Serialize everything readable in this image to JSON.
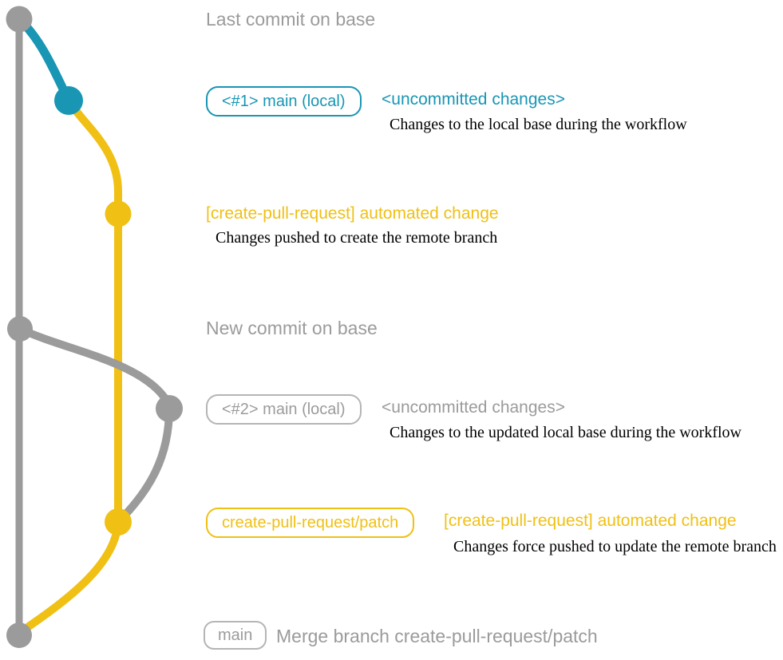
{
  "colors": {
    "gray": "#9b9b9b",
    "teal": "#1896b4",
    "yellow": "#f0c014",
    "text_dark": "#000000"
  },
  "graph": {
    "commits": [
      {
        "id": "base-last-commit",
        "branch": "base",
        "color": "gray"
      },
      {
        "id": "local-main-1",
        "branch": "main (local) #1",
        "color": "teal"
      },
      {
        "id": "automated-change-1",
        "branch": "create-pull-request/patch",
        "color": "yellow"
      },
      {
        "id": "base-new-commit",
        "branch": "base",
        "color": "gray"
      },
      {
        "id": "local-main-2",
        "branch": "main (local) #2",
        "color": "gray"
      },
      {
        "id": "automated-change-2",
        "branch": "create-pull-request/patch",
        "color": "yellow"
      },
      {
        "id": "merge-commit",
        "branch": "main",
        "color": "gray"
      }
    ]
  },
  "rows": {
    "last_commit": {
      "label": "Last commit on base"
    },
    "row1": {
      "branch_tag": "<#1> main (local)",
      "title": "<uncommitted changes>",
      "description": "Changes to the local base during the workflow"
    },
    "row2": {
      "title": "[create-pull-request] automated change",
      "description": "Changes pushed to create the remote branch"
    },
    "new_commit": {
      "label": "New commit on base"
    },
    "row3": {
      "branch_tag": "<#2> main (local)",
      "title": "<uncommitted changes>",
      "description": "Changes to the updated local base during the workflow"
    },
    "row4": {
      "branch_tag": "create-pull-request/patch",
      "title": "[create-pull-request] automated change",
      "description": "Changes force pushed to update the remote branch"
    },
    "row5": {
      "branch_tag": "main",
      "title": "Merge branch create-pull-request/patch"
    }
  }
}
